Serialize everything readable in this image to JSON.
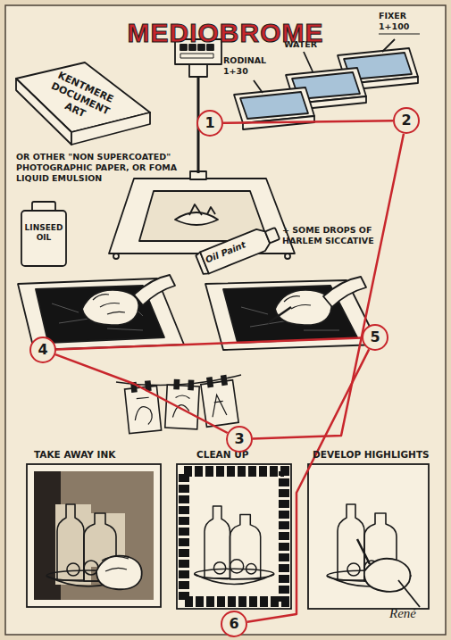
{
  "diagram": {
    "title": "MEDIOBROME",
    "nodes": [
      {
        "text": [
          "1"
        ]
      },
      {
        "text": [
          "2"
        ]
      },
      {
        "text": [
          "3"
        ]
      },
      {
        "text": [
          "4"
        ]
      },
      {
        "text": [
          "5"
        ]
      },
      {
        "text": [
          "6"
        ]
      }
    ],
    "edges": [
      {
        "from": 0,
        "to": 1,
        "arrow": "none"
      },
      {
        "from": 1,
        "to": 2,
        "arrow": "none"
      },
      {
        "from": 2,
        "to": 3,
        "arrow": "none"
      },
      {
        "from": 3,
        "to": 4,
        "arrow": "none"
      },
      {
        "from": 4,
        "to": 5,
        "arrow": "none"
      }
    ],
    "labels": [
      "KENTMERE DOCUMENT ART",
      "OR OTHER \"NON SUPERCOATED\" PHOTOGRAPHIC PAPER, OR FOMA LIQUID EMULSION",
      "RODINAL 1+30",
      "WATER",
      "FIXER 1+100",
      "LINSEED OIL",
      "Oil Paint",
      "+ SOME DROPS OF HARLEM SICCATIVE",
      "TAKE AWAY INK",
      "CLEAN UP",
      "DEVELOP HIGHLIGHTS",
      "René"
    ]
  }
}
